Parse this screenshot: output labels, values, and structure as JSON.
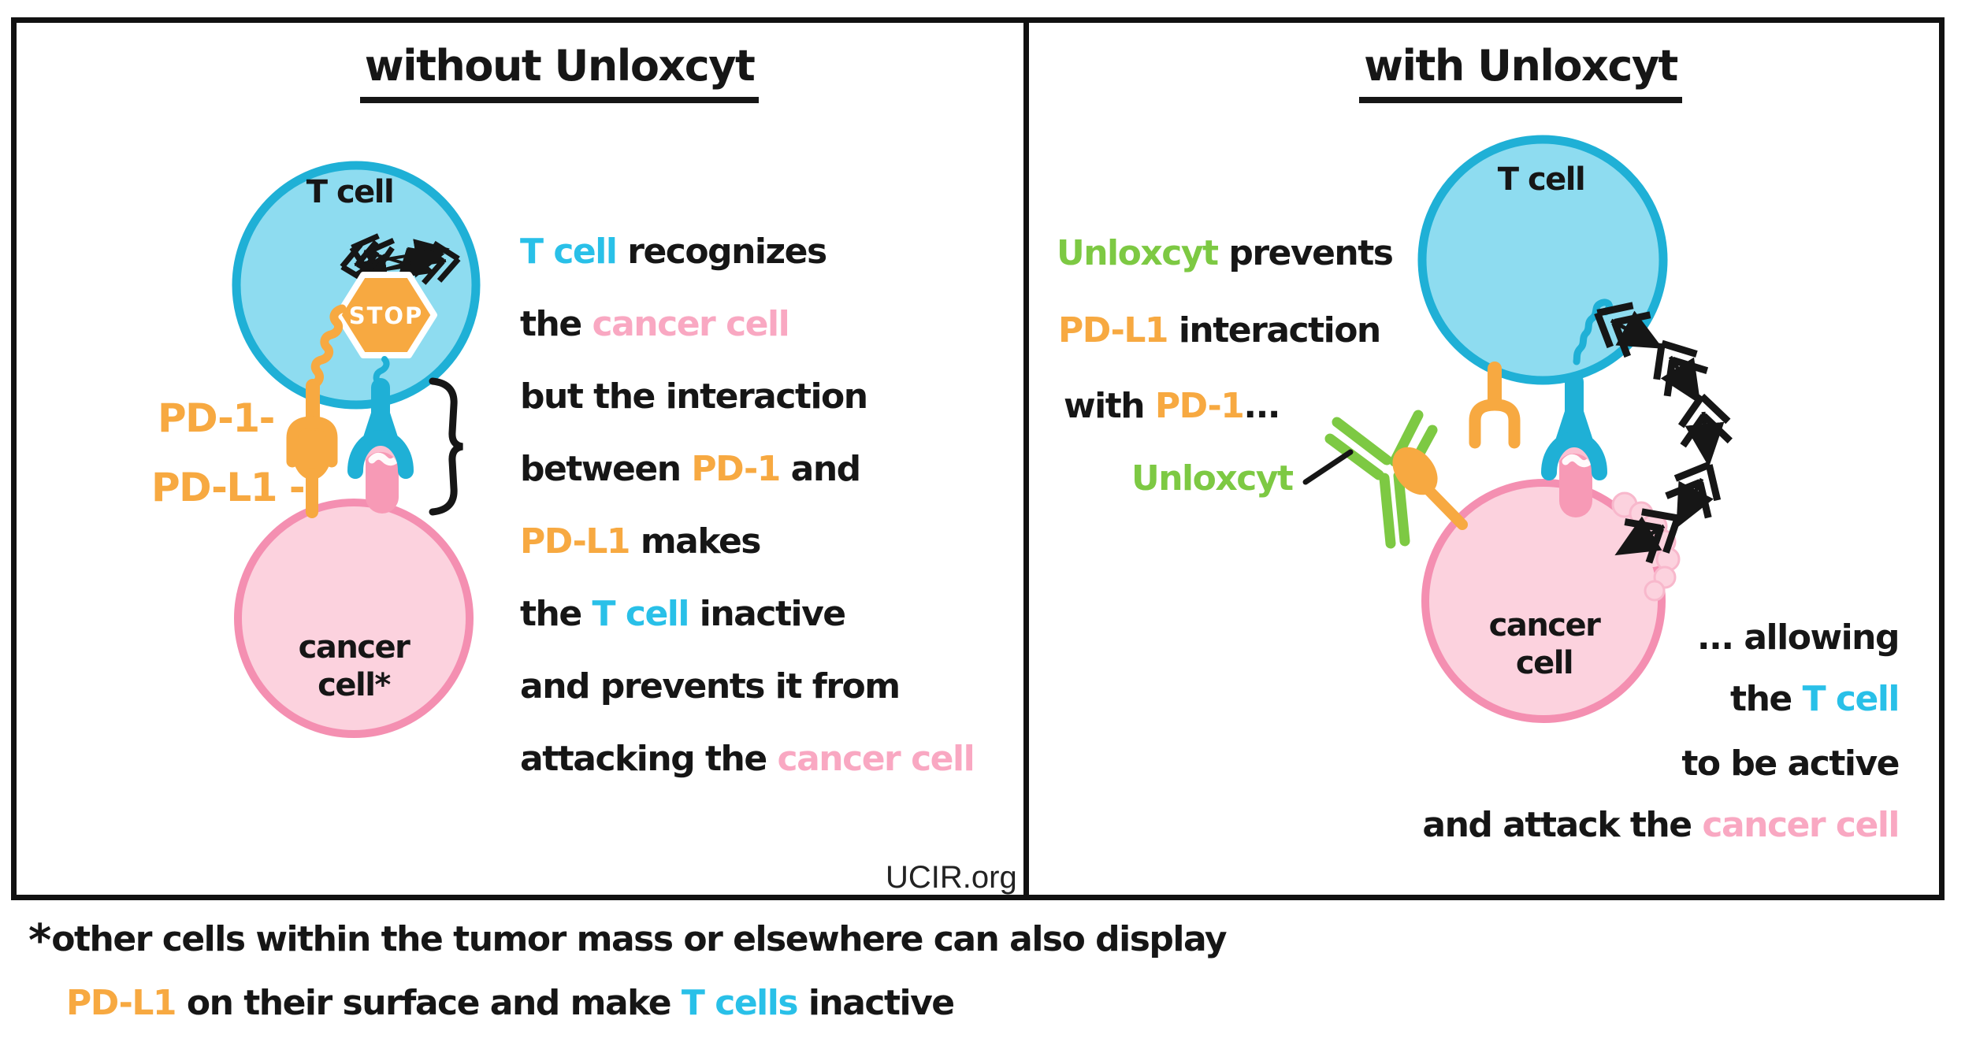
{
  "colors": {
    "cell_blue_fill": "#8edcf0",
    "cell_blue_border": "#1fb0d6",
    "cancer_pink_fill": "#fcd2de",
    "cancer_pink_border": "#f48fb1",
    "orange_accent": "#f7a941",
    "green_accent": "#7dc943",
    "cyan_text": "#29c0e8",
    "pink_text": "#f9a8c2",
    "ink": "#161616"
  },
  "left": {
    "title": "without Unloxcyt",
    "t_cell": "T cell",
    "stop": "STOP",
    "pd1_label": "PD-1-",
    "pdl1_label": "PD-L1 -",
    "cancer_line1": "cancer",
    "cancer_line2": "cell*",
    "line1a": "T cell",
    "line1b": " recognizes",
    "line2a": "the ",
    "line2b": "cancer cell",
    "line3": "but the interaction",
    "line4a": "between ",
    "line4b": "PD-1",
    "line4c": " and",
    "line5a": "PD-L1",
    "line5b": " makes",
    "line6a": "the ",
    "line6b": "T cell",
    "line6c": " inactive",
    "line7": "and prevents it from",
    "line8a": "attacking the ",
    "line8b": "cancer cell",
    "credit": "UCIR.org"
  },
  "right": {
    "title": "with Unloxcyt",
    "t_cell": "T cell",
    "line1a": "Unloxcyt",
    "line1b": " prevents",
    "line2a": "PD-L1",
    "line2b": " interaction",
    "line3a": "with ",
    "line3b": "PD-1",
    "line3c": "...",
    "unloxcyt_label": "Unloxcyt",
    "cancer_line1": "cancer",
    "cancer_line2": "cell",
    "line4": "... allowing",
    "line5a": "the ",
    "line5b": "T cell",
    "line6": "to be active",
    "line7a": "and attack the ",
    "line7b": "cancer cell"
  },
  "footnote": {
    "star": "*",
    "line1": "other cells within the tumor mass or elsewhere can also display",
    "line2a": "PD-L1",
    "line2b": " on their surface and make ",
    "line2c": "T cells",
    "line2d": " inactive"
  }
}
